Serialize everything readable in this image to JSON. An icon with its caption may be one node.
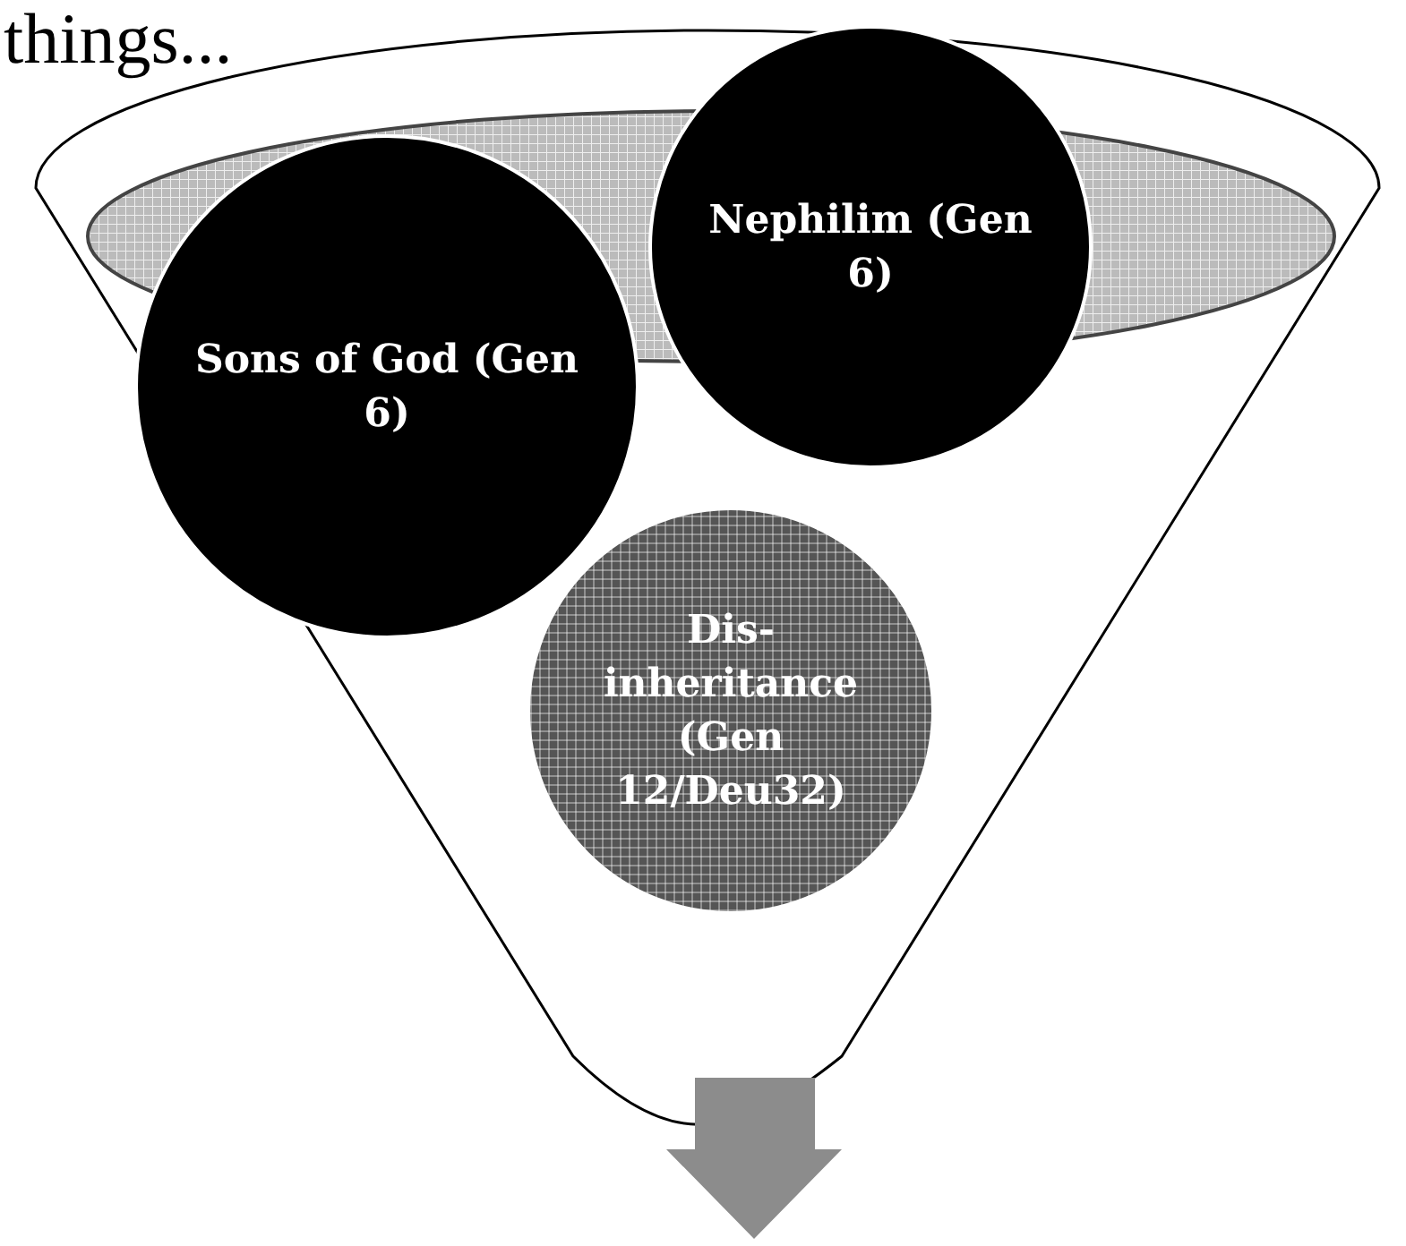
{
  "diagram": {
    "nodes": [
      {
        "text": [
          "Sons of God (Gen 6)"
        ]
      },
      {
        "text": [
          "Nephilim (Gen 6)"
        ]
      },
      {
        "text": [
          "Dis-inheritance (Gen 12/Deu32)"
        ]
      }
    ],
    "edges": [],
    "labels": [
      "things..."
    ]
  }
}
